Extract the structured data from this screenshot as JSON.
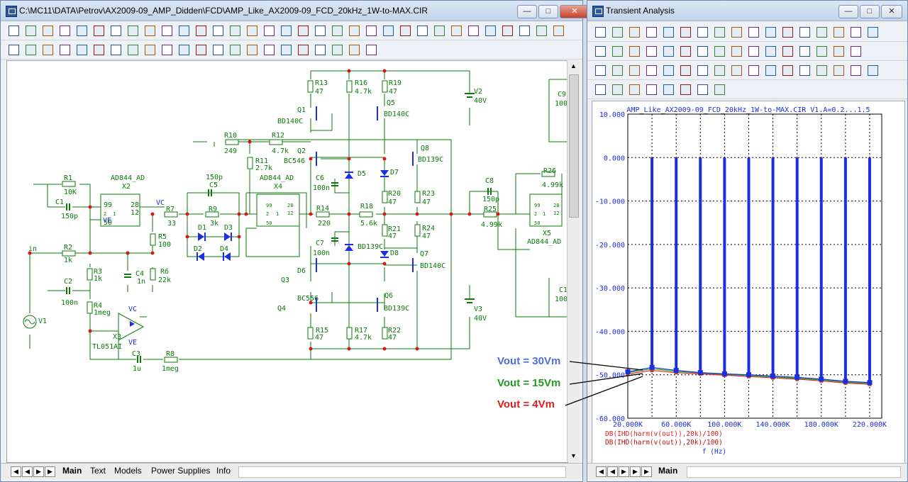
{
  "schematic_window": {
    "title": "C:\\MC11\\DATA\\Petrov\\AX2009-09_AMP_Didden\\FCD\\AMP_Like_AX2009-09_FCD_20kHz_1W-to-MAX.CIR",
    "tabs": [
      "Main",
      "Text",
      "Models",
      "Power Supplies",
      "Info"
    ],
    "labels": [
      "R1",
      "10K",
      "C1",
      "150p",
      "AD844_AD",
      "X2",
      "VC",
      "VE",
      "R7",
      "33",
      "150p",
      "C5",
      "R9",
      "3k",
      "D1",
      "D3",
      "D2",
      "D4",
      "R5",
      "100",
      "R6",
      "22k",
      "C4",
      "1n",
      "R2",
      "1k",
      "in",
      "R3",
      "1k",
      "C2",
      "100n",
      "R4",
      "1meg",
      "V1",
      "X3",
      "TL051AI",
      "C3",
      "1u",
      "R8",
      "1meg",
      "R10",
      "249",
      "R12",
      "4.7k",
      "R11",
      "2.7k",
      "AD844_AD",
      "X4",
      "R14",
      "220",
      "R13",
      "47",
      "Q1",
      "BD140C",
      "R16",
      "4.7k",
      "R19",
      "47",
      "Q5",
      "BD140C",
      "Q2",
      "BC546",
      "C6",
      "100n",
      "D5",
      "D7",
      "R20",
      "47",
      "R18",
      "5.6k",
      "R21",
      "47",
      "D8",
      "C7",
      "100n",
      "D6",
      "Q3",
      "BC556",
      "Q4",
      "BD139C",
      "R15",
      "47",
      "R17",
      "4.7k",
      "Q6",
      "BD139C",
      "R22",
      "47",
      "Q8",
      "BD139C",
      "R23",
      "47",
      "R24",
      "47",
      "Q7",
      "BD140C",
      "V2",
      "40V",
      "V3",
      "40V",
      "C8",
      "150p",
      "R25",
      "4.99k",
      "R26",
      "4.99k",
      "X5",
      "AD844_AD",
      "C9",
      "100",
      "C1",
      "100",
      "99",
      "28",
      "12",
      "50",
      "2",
      "1",
      "VC",
      "VE",
      "99",
      "28",
      "12",
      "50",
      "2",
      "1",
      "99",
      "28",
      "12",
      "50",
      "2",
      "1"
    ]
  },
  "analysis_window": {
    "title": "Transient Analysis",
    "tabs": [
      "Main"
    ],
    "chart_data": {
      "type": "bar",
      "title": "AMP_Like_AX2009-09_FCD_20kHz_1W-to-MAX.CIR V1.A=0.2...1.5",
      "xlabel": "f (Hz)",
      "x_ticks": [
        "20.000K",
        "60.000K",
        "100.000K",
        "140.000K",
        "180.000K",
        "220.000K"
      ],
      "y_ticks": [
        "10.000",
        "0.000",
        "-10.000",
        "-20.000",
        "-30.000",
        "-40.000",
        "-50.000",
        "-60.000"
      ],
      "ylim": [
        -60,
        10
      ],
      "xlim": [
        20000,
        230000
      ],
      "legend_lines": [
        {
          "text": "DB(IHD(harm(v(out)),20k)/100)",
          "color": "#ff2020"
        },
        {
          "text": "DB(IHD(harm(v(out)),20k)/100)",
          "color": "#cc1010"
        }
      ],
      "series": [
        {
          "name": "Vout = 30Vm",
          "color": "#1c2fe0",
          "x": [
            20000,
            40000,
            60000,
            80000,
            100000,
            120000,
            140000,
            160000,
            180000,
            200000,
            220000
          ],
          "values": [
            -49.3,
            -48.3,
            -49.0,
            -49.5,
            -49.8,
            -50.0,
            -50.3,
            -50.6,
            -51.0,
            -51.5,
            -51.8
          ],
          "spikes": [
            0,
            0,
            0,
            0,
            0,
            0,
            0,
            0,
            0,
            0,
            0
          ]
        },
        {
          "name": "Vout = 15Vm",
          "color": "#22aa22",
          "x": [
            20000,
            40000,
            60000,
            80000,
            100000,
            120000,
            140000,
            160000,
            180000,
            200000,
            220000
          ],
          "values": [
            -49.5,
            -48.6,
            -49.2,
            -49.6,
            -49.9,
            -50.2,
            -50.5,
            -50.8,
            -51.2,
            -51.7,
            -52.0
          ]
        },
        {
          "name": "Vout = 4Vm",
          "color": "#ee2222",
          "x": [
            20000,
            40000,
            60000,
            80000,
            100000,
            120000,
            140000,
            160000,
            180000,
            200000,
            220000
          ],
          "values": [
            -49.8,
            -49.0,
            -49.5,
            -49.8,
            -50.1,
            -50.4,
            -50.7,
            -51.0,
            -51.4,
            -51.9,
            -52.2
          ]
        }
      ]
    },
    "annotations": [
      {
        "text": "Vout = 30Vm",
        "color": "#4a6fd6"
      },
      {
        "text": "Vout = 15Vm",
        "color": "#1f9a1f"
      },
      {
        "text": "Vout = 4Vm",
        "color": "#e01c1c"
      }
    ]
  }
}
